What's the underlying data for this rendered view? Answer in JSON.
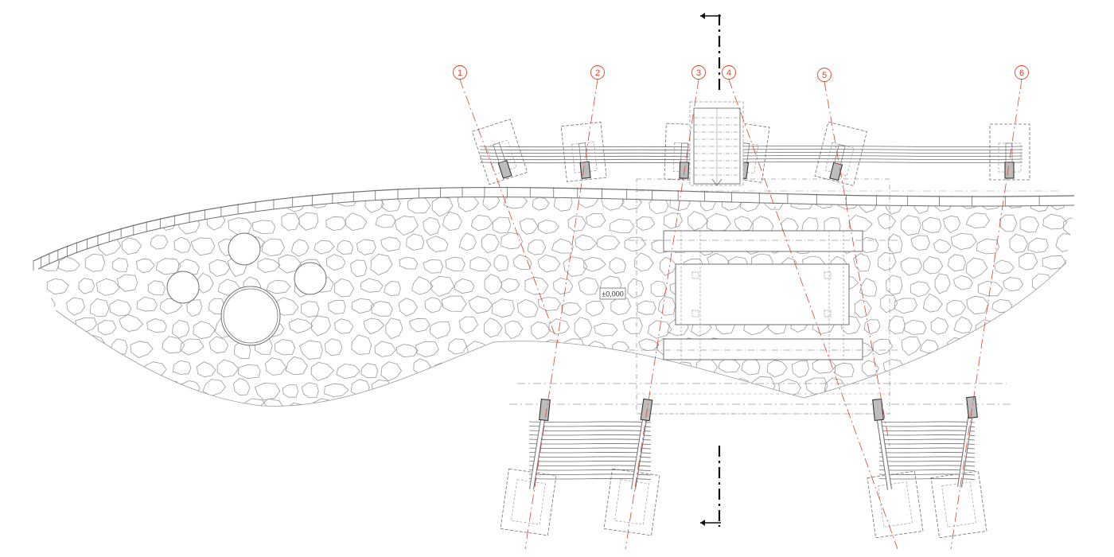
{
  "plan": {
    "level_label": "±0,000",
    "axes": [
      {
        "id": "1",
        "label": "1"
      },
      {
        "id": "2",
        "label": "2"
      },
      {
        "id": "3",
        "label": "3"
      },
      {
        "id": "4",
        "label": "4"
      },
      {
        "id": "5",
        "label": "5"
      },
      {
        "id": "6",
        "label": "6"
      }
    ]
  },
  "colors": {
    "line": "#6f6f6f",
    "light": "#9a9a9a",
    "axis": "#d9442b",
    "post": "#bdbdbd",
    "background": "#ffffff"
  }
}
